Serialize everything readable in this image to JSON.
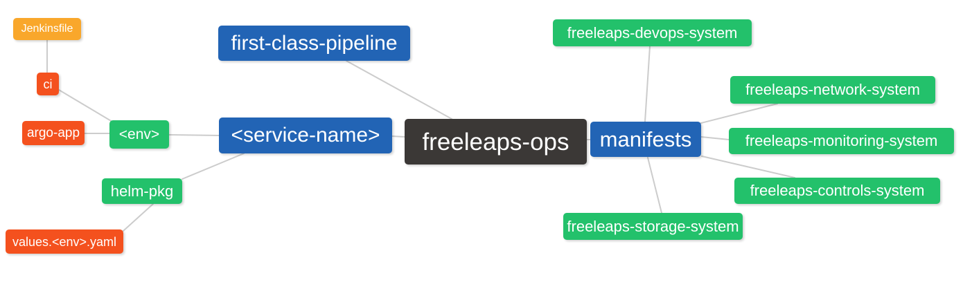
{
  "diagram": {
    "type": "mindmap",
    "background": "#ffffff",
    "palette": {
      "orange": "#f9a72b",
      "red": "#f4511e",
      "green": "#23c16b",
      "blue": "#2264b5",
      "dark": "#3b3836",
      "edge_gray": "#cccccc",
      "text": "#ffffff"
    },
    "root": "freeleaps_ops",
    "nodes": {
      "freeleaps_ops": {
        "label": "freeleaps-ops",
        "color": "dark"
      },
      "first_class_pipeline": {
        "label": "first-class-pipeline",
        "color": "blue"
      },
      "service_name": {
        "label": "<service-name>",
        "color": "blue"
      },
      "manifests": {
        "label": "manifests",
        "color": "blue"
      },
      "env": {
        "label": "<env>",
        "color": "green"
      },
      "helm_pkg": {
        "label": "helm-pkg",
        "color": "green"
      },
      "jenkinsfile": {
        "label": "Jenkinsfile",
        "color": "orange"
      },
      "ci": {
        "label": "ci",
        "color": "red"
      },
      "argo_app": {
        "label": "argo-app",
        "color": "red"
      },
      "values_env_yaml": {
        "label": "values.<env>.yaml",
        "color": "red"
      },
      "devops_system": {
        "label": "freeleaps-devops-system",
        "color": "green"
      },
      "network_system": {
        "label": "freeleaps-network-system",
        "color": "green"
      },
      "monitoring_system": {
        "label": "freeleaps-monitoring-system",
        "color": "green"
      },
      "controls_system": {
        "label": "freeleaps-controls-system",
        "color": "green"
      },
      "storage_system": {
        "label": "freeleaps-storage-system",
        "color": "green"
      }
    },
    "edges": [
      {
        "from": "jenkinsfile",
        "to": "ci"
      },
      {
        "from": "ci",
        "to": "env"
      },
      {
        "from": "argo_app",
        "to": "env"
      },
      {
        "from": "env",
        "to": "service_name"
      },
      {
        "from": "helm_pkg",
        "to": "service_name"
      },
      {
        "from": "values_env_yaml",
        "to": "helm_pkg"
      },
      {
        "from": "first_class_pipeline",
        "to": "freeleaps_ops"
      },
      {
        "from": "service_name",
        "to": "freeleaps_ops"
      },
      {
        "from": "freeleaps_ops",
        "to": "manifests"
      },
      {
        "from": "manifests",
        "to": "devops_system"
      },
      {
        "from": "manifests",
        "to": "network_system"
      },
      {
        "from": "manifests",
        "to": "monitoring_system"
      },
      {
        "from": "manifests",
        "to": "controls_system"
      },
      {
        "from": "manifests",
        "to": "storage_system"
      }
    ]
  }
}
